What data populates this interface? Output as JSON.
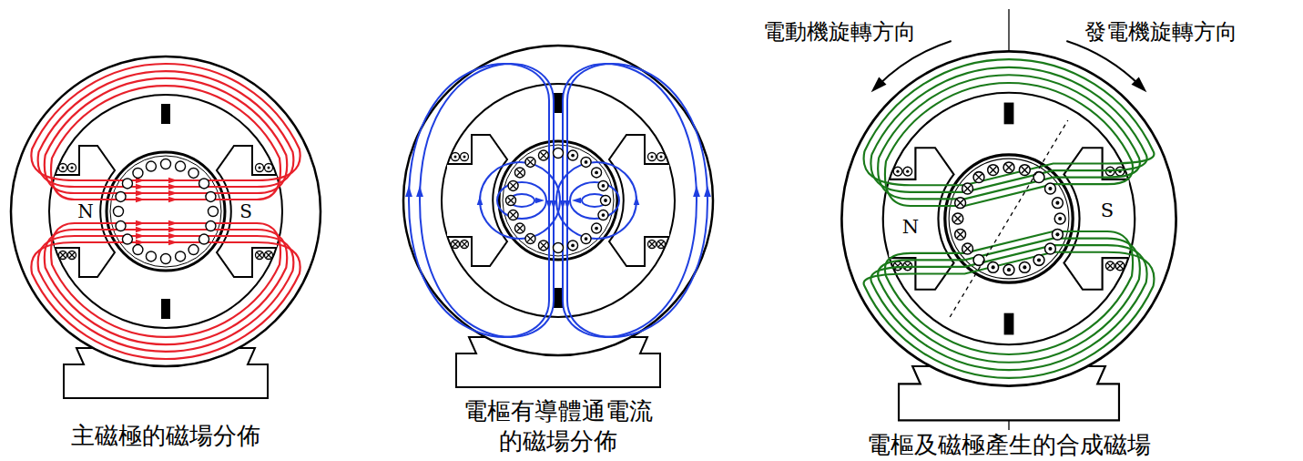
{
  "diagram": {
    "labels": [
      "N",
      "S",
      "電動機旋轉方向",
      "發電機旋轉方向",
      "N",
      "S",
      "主磁極的磁場分佈",
      "電樞有導體通電流 的磁場分佈",
      "電樞及磁極產生的合成磁場"
    ]
  }
}
